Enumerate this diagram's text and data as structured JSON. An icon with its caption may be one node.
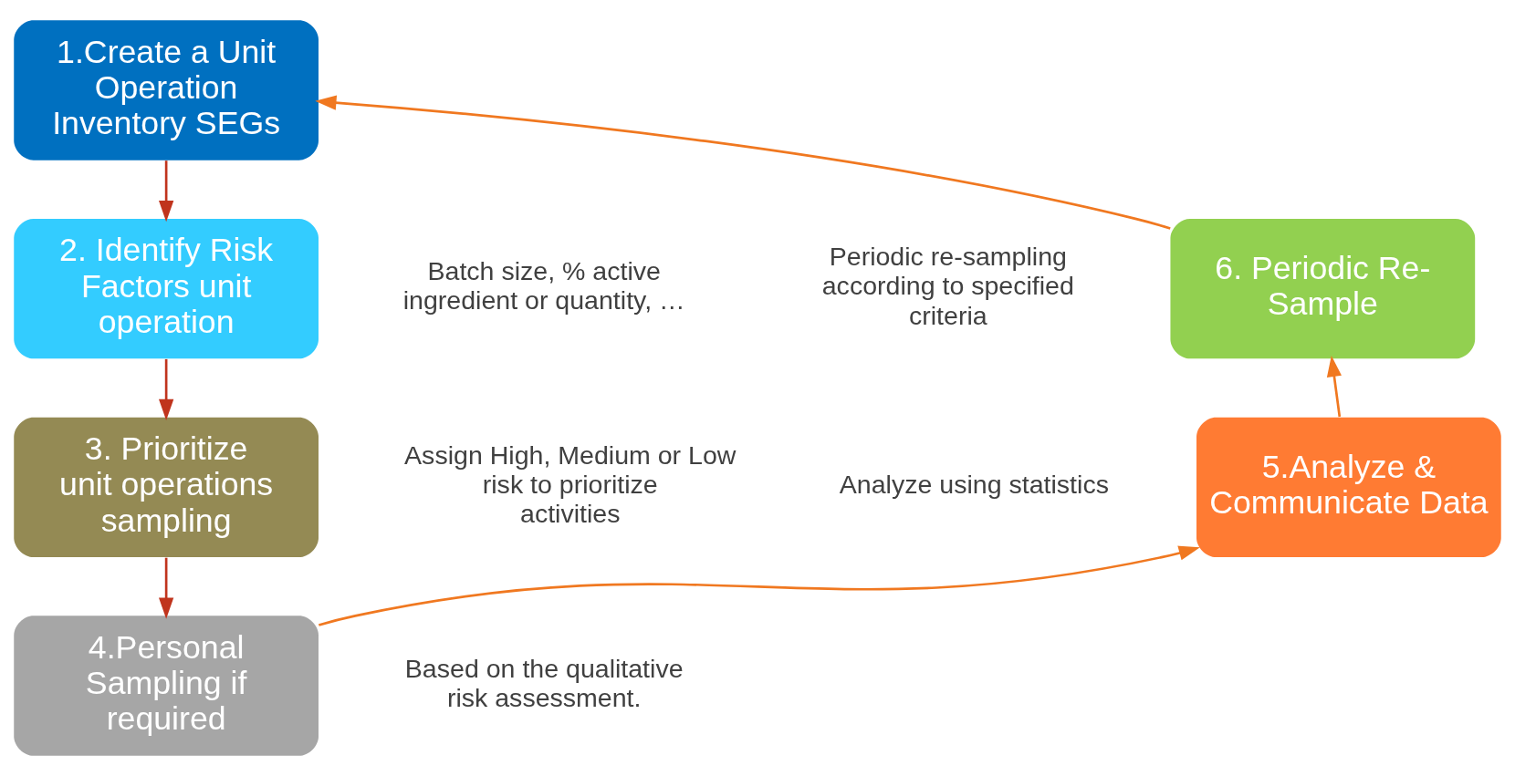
{
  "diagram": {
    "nodes": [
      {
        "text": [
          "1.Create a Unit Operation Inventory SEGs"
        ]
      },
      {
        "text": [
          "2. Identify Risk Factors unit operation"
        ],
        "beside": [
          "Batch size, % active ingredient or quantity, …"
        ]
      },
      {
        "text": [
          "3. Prioritize unit operations sampling"
        ],
        "beside": [
          "Assign High, Medium or Low risk to prioritize activities"
        ]
      },
      {
        "text": [
          "4.Personal Sampling if required"
        ],
        "beside": [
          "Based on the qualitative risk assessment."
        ]
      },
      {
        "text": [
          "5.Analyze & Communicate Data"
        ],
        "beside": [
          "Analyze using statistics"
        ]
      },
      {
        "text": [
          "6. Periodic Re-Sample"
        ],
        "beside": [
          "Periodic re-sampling according to specified criteria"
        ]
      }
    ],
    "edges": [
      {
        "from": 0,
        "to": 1,
        "arrow": "to",
        "color": "#c0341d"
      },
      {
        "from": 1,
        "to": 2,
        "arrow": "to",
        "color": "#c0341d"
      },
      {
        "from": 2,
        "to": 3,
        "arrow": "to",
        "color": "#c0341d"
      },
      {
        "from": 3,
        "to": 4,
        "arrow": "to",
        "color": "#f07820"
      },
      {
        "from": 4,
        "to": 5,
        "arrow": "to",
        "color": "#f07820"
      },
      {
        "from": 5,
        "to": 0,
        "arrow": "to",
        "color": "#f07820"
      }
    ]
  }
}
